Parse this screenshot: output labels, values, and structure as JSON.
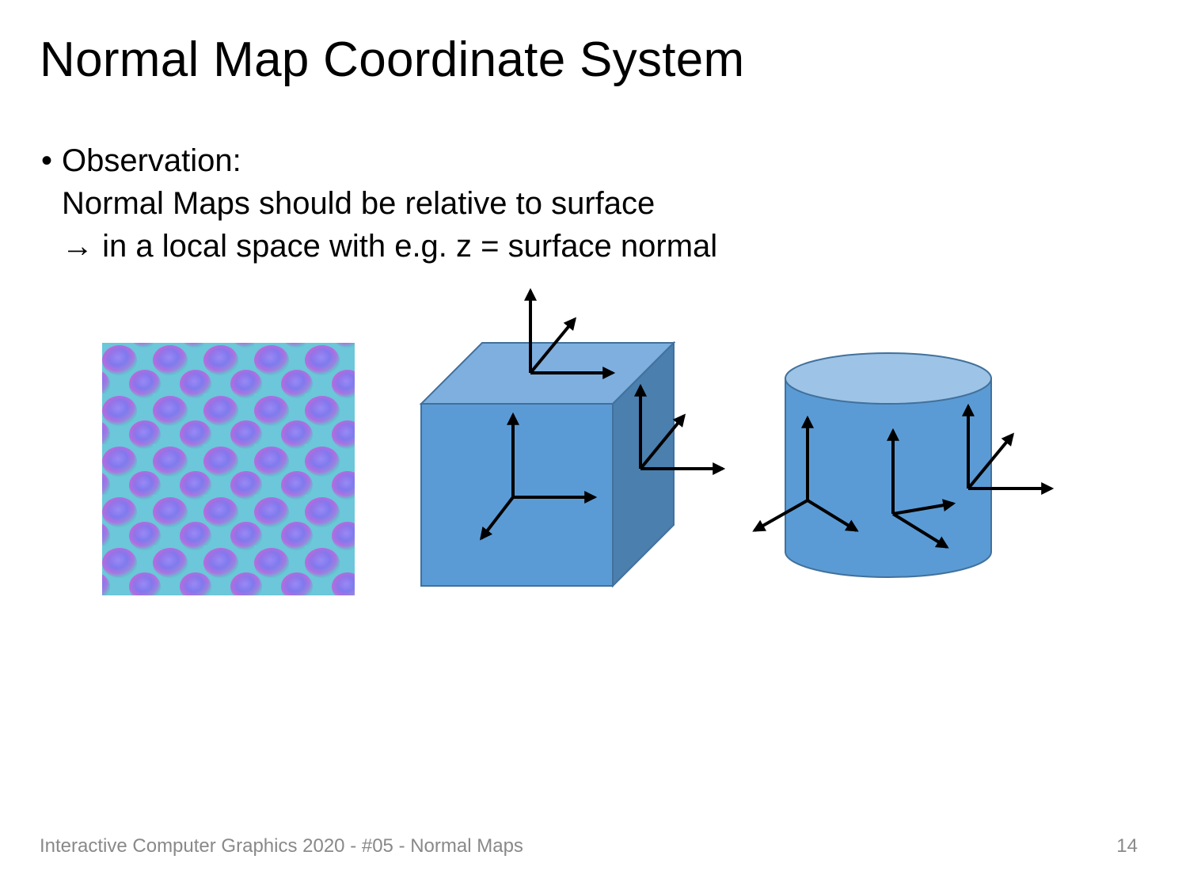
{
  "slide": {
    "title": "Normal Map Coordinate System",
    "bullet": {
      "marker": "•",
      "line1": "Observation:",
      "line2": "Normal Maps should be relative to surface",
      "line3": "→ in a local space with e.g. z = surface normal"
    },
    "footer": "Interactive Computer Graphics 2020 - #05 - Normal Maps",
    "page_number": "14"
  },
  "colors": {
    "cube_front": "#5b9bd5",
    "cube_top": "#7eafdf",
    "cube_side": "#4a7fae",
    "cylinder_body": "#5b9bd5",
    "cylinder_top": "#9dc3e6",
    "outline": "#41719c",
    "arrow": "#000000",
    "normal_map_purple": "#8a7cf0",
    "normal_map_pink": "#e860c8",
    "normal_map_teal": "#50e0c8"
  },
  "figures": [
    {
      "name": "normal-map-texture"
    },
    {
      "name": "cube-with-local-axes"
    },
    {
      "name": "cylinder-with-local-axes"
    }
  ]
}
